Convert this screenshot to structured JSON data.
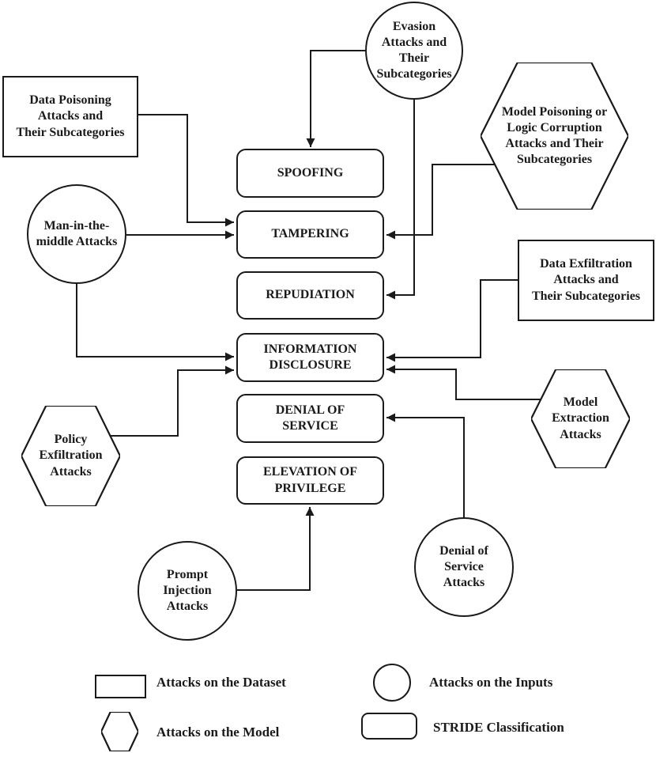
{
  "stride": {
    "spoofing": "SPOOFING",
    "tampering": "TAMPERING",
    "repudiation": "REPUDIATION",
    "information_disclosure": "INFORMATION\nDISCLOSURE",
    "denial_of_service": "DENIAL OF\nSERVICE",
    "elevation_of_privilege": "ELEVATION OF\nPRIVILEGE"
  },
  "nodes": {
    "evasion": {
      "label": "Evasion\nAttacks and\nTheir\nSubcategories",
      "shape": "circle"
    },
    "data_poisoning": {
      "label": "Data Poisoning\nAttacks and\nTheir Subcategories",
      "shape": "rectangle"
    },
    "model_poisoning": {
      "label": "Model Poisoning or\nLogic Corruption\nAttacks and Their\nSubcategories",
      "shape": "hexagon"
    },
    "mitm": {
      "label": "Man-in-the-\nmiddle Attacks",
      "shape": "circle"
    },
    "data_exfiltration": {
      "label": "Data Exfiltration\nAttacks and\nTheir Subcategories",
      "shape": "rectangle"
    },
    "model_extraction": {
      "label": "Model\nExtraction\nAttacks",
      "shape": "hexagon"
    },
    "policy_exfiltration": {
      "label": "Policy\nExfiltration\nAttacks",
      "shape": "hexagon"
    },
    "prompt_injection": {
      "label": "Prompt\nInjection\nAttacks",
      "shape": "circle"
    },
    "dos_attacks": {
      "label": "Denial of\nService\nAttacks",
      "shape": "circle"
    }
  },
  "edges": [
    {
      "from": "Evasion Attacks and Their Subcategories",
      "to": "SPOOFING"
    },
    {
      "from": "Evasion Attacks and Their Subcategories",
      "to": "REPUDIATION"
    },
    {
      "from": "Data Poisoning Attacks and Their Subcategories",
      "to": "TAMPERING"
    },
    {
      "from": "Man-in-the-middle Attacks",
      "to": "TAMPERING"
    },
    {
      "from": "Model Poisoning or Logic Corruption Attacks and Their Subcategories",
      "to": "TAMPERING"
    },
    {
      "from": "Man-in-the-middle Attacks",
      "to": "INFORMATION DISCLOSURE"
    },
    {
      "from": "Policy Exfiltration Attacks",
      "to": "INFORMATION DISCLOSURE"
    },
    {
      "from": "Data Exfiltration Attacks and Their Subcategories",
      "to": "INFORMATION DISCLOSURE"
    },
    {
      "from": "Model Extraction Attacks",
      "to": "INFORMATION DISCLOSURE"
    },
    {
      "from": "Denial of Service Attacks",
      "to": "DENIAL OF SERVICE"
    },
    {
      "from": "Prompt Injection Attacks",
      "to": "ELEVATION OF PRIVILEGE"
    }
  ],
  "legend": {
    "dataset": "Attacks on the Dataset",
    "inputs": "Attacks on the Inputs",
    "model": "Attacks on the Model",
    "stride": "STRIDE Classification"
  },
  "colors": {
    "stroke": "#1a1a1a",
    "background": "#ffffff"
  }
}
